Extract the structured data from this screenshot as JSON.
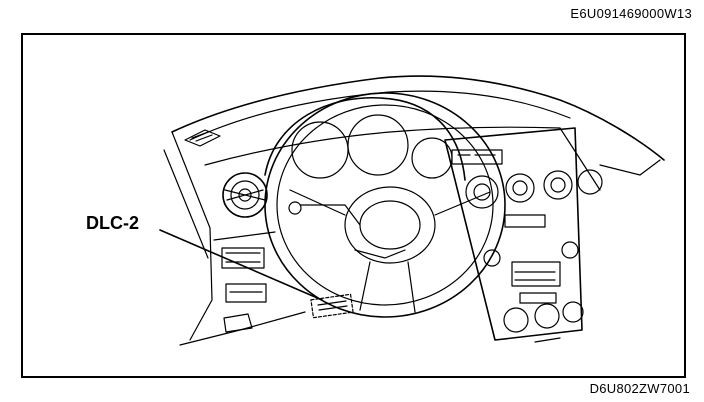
{
  "figure": {
    "code_top": "E6U091469000W13",
    "code_bottom": "D6U802ZW7001",
    "callout_label": "DLC-2"
  },
  "icons": {
    "steering-wheel": "steering-wheel-icon",
    "air-vent": "air-vent-icon",
    "dlc-connector": "dlc-connector-icon"
  }
}
